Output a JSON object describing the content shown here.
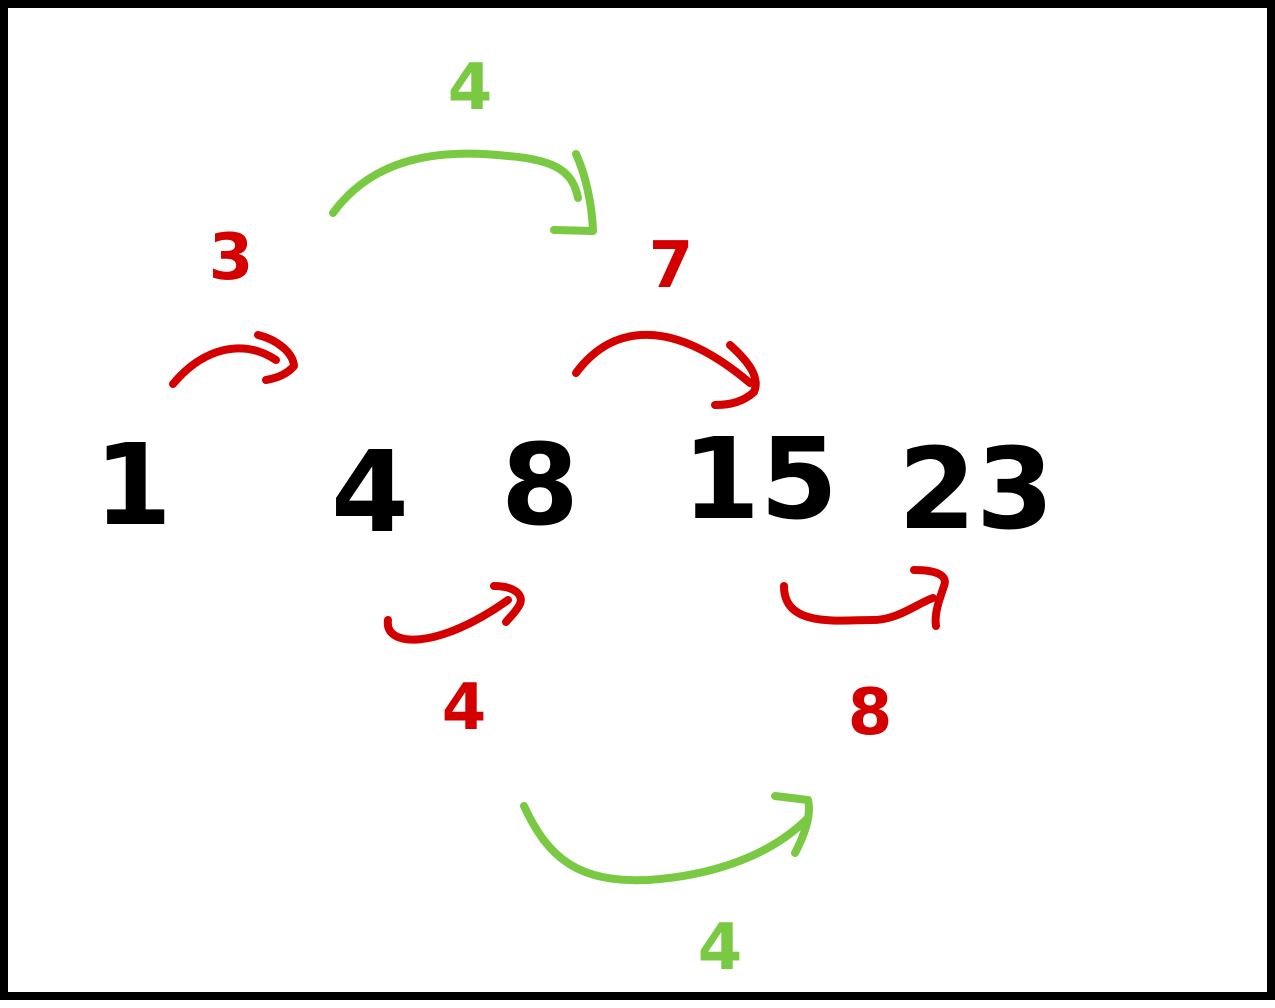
{
  "colors": {
    "terms": "#000000",
    "first_differences": "#d40000",
    "second_differences": "#7ac943",
    "frame": "#000000"
  },
  "sequence": {
    "terms": [
      "1",
      "4",
      "8",
      "15",
      "23"
    ]
  },
  "first_differences": {
    "values": [
      "3",
      "4",
      "7",
      "8"
    ]
  },
  "second_differences": {
    "values": [
      "4",
      "4"
    ]
  }
}
